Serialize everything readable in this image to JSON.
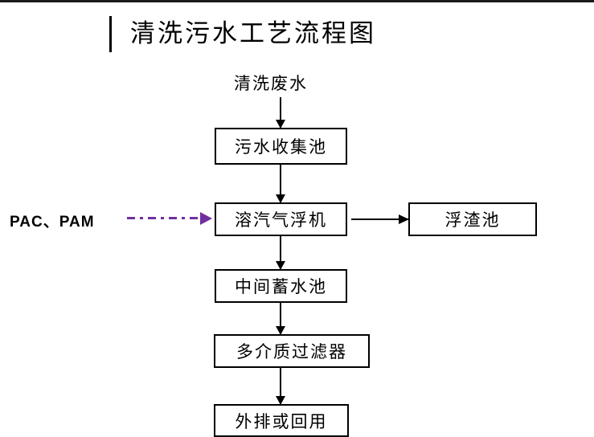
{
  "title": {
    "text": "清洗污水工艺流程图"
  },
  "colors": {
    "line": "#000000",
    "dosing_arrow": "#7030A0",
    "text": "#000000",
    "background": "#ffffff"
  },
  "labels": {
    "inlet": "清洗废水",
    "dosing": "PAC、PAM"
  },
  "nodes": [
    {
      "id": "collection-tank",
      "label": "污水收集池"
    },
    {
      "id": "dissolved-air-flotation",
      "label": "溶汽气浮机"
    },
    {
      "id": "scum-tank",
      "label": "浮渣池"
    },
    {
      "id": "intermediate-tank",
      "label": "中间蓄水池"
    },
    {
      "id": "multimedia-filter",
      "label": "多介质过滤器"
    },
    {
      "id": "discharge-or-reuse",
      "label": "外排或回用"
    }
  ]
}
